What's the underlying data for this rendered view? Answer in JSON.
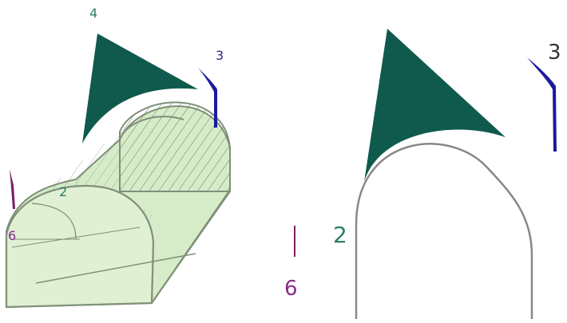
{
  "labels": {
    "left_view": {
      "l4": "4",
      "l3": "3",
      "l2": "2",
      "l6": "6"
    },
    "right_view": {
      "l3": "3",
      "l2": "2",
      "l6": "6"
    }
  },
  "colors": {
    "background": "#ffffff",
    "wedge_fill": "#0f5a4c",
    "blue_segment": "#1a1aa0",
    "purple_segment": "#7a1f6a",
    "tunnel_fill": "#d6ecc8",
    "tunnel_stroke": "#7f9079",
    "hatch": "#6a7a66",
    "label_teal": "#2e7d68",
    "label_navy": "#2a2a86",
    "label_purple": "#8a2a8a",
    "outline_gray": "#888888"
  }
}
